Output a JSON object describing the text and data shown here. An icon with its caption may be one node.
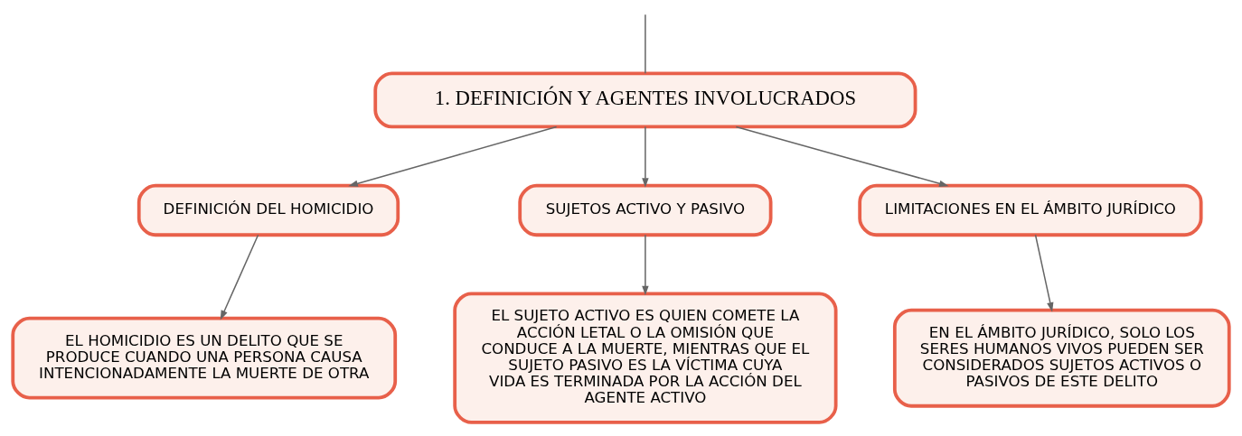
{
  "diagram": {
    "nodes": [
      {
        "text": [
          "1. DEFINICIÓN Y AGENTES INVOLUCRADOS"
        ]
      },
      {
        "text": [
          "DEFINICIÓN DEL HOMICIDIO"
        ]
      },
      {
        "text": [
          "SUJETOS ACTIVO Y PASIVO"
        ]
      },
      {
        "text": [
          "LIMITACIONES EN EL ÁMBITO JURÍDICO"
        ]
      },
      {
        "text": [
          "EL HOMICIDIO ES UN DELITO QUE SE PRODUCE CUANDO UNA PERSONA CAUSA INTENCIONADAMENTE LA MUERTE DE OTRA"
        ]
      },
      {
        "text": [
          "EL SUJETO ACTIVO ES QUIEN COMETE LA ACCIÓN LETAL O LA OMISIÓN QUE CONDUCE A LA MUERTE, MIENTRAS QUE EL SUJETO PASIVO ES LA VÍCTIMA CUYA VIDA ES TERMINADA POR LA ACCIÓN DEL AGENTE ACTIVO"
        ]
      },
      {
        "text": [
          "EN EL ÁMBITO JURÍDICO, SOLO LOS SERES HUMANOS VIVOS PUEDEN SER CONSIDERADOS SUJETOS ACTIVOS O PASIVOS DE ESTE DELITO"
        ]
      }
    ],
    "edges": [
      {
        "from": null,
        "to": 0,
        "arrow": "none"
      },
      {
        "from": 0,
        "to": 1,
        "arrow": "to"
      },
      {
        "from": 0,
        "to": 2,
        "arrow": "to"
      },
      {
        "from": 0,
        "to": 3,
        "arrow": "to"
      },
      {
        "from": 1,
        "to": 4,
        "arrow": "to"
      },
      {
        "from": 2,
        "to": 5,
        "arrow": "to"
      },
      {
        "from": 3,
        "to": 6,
        "arrow": "to"
      }
    ]
  }
}
